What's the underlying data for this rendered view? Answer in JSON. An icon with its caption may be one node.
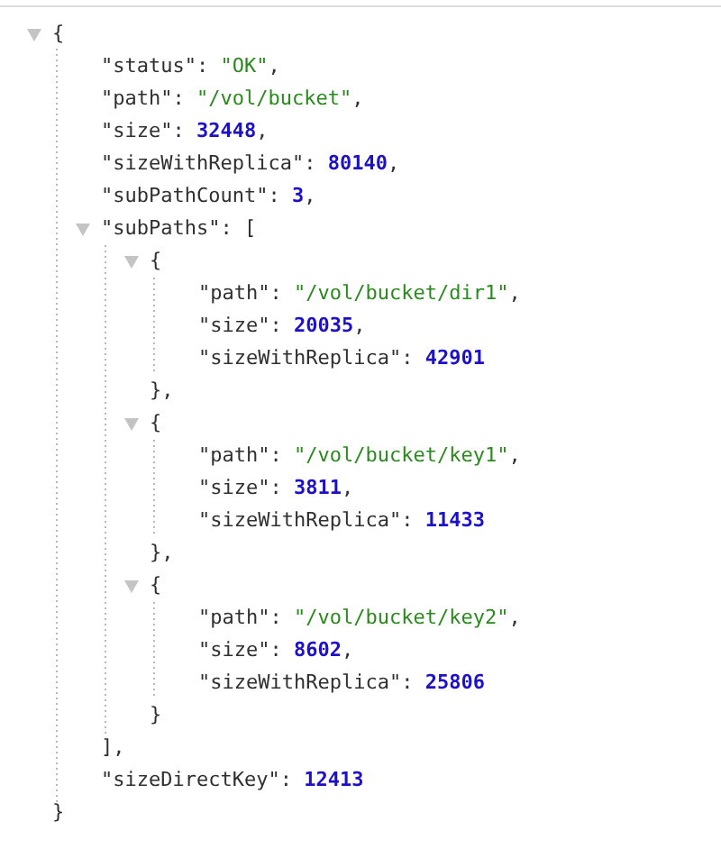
{
  "diagram": {
    "labels": [
      "{",
      "\"status\": \"OK\",",
      "\"path\": \"/vol/bucket\",",
      "\"size\": 32448,",
      "\"sizeWithReplica\": 80140,",
      "\"subPathCount\": 3,",
      "\"subPaths\": [",
      "{",
      "\"path\": \"/vol/bucket/dir1\",",
      "\"size\": 20035,",
      "\"sizeWithReplica\": 42901",
      "},",
      "{",
      "\"path\": \"/vol/bucket/key1\",",
      "\"size\": 3811,",
      "\"sizeWithReplica\": 11433",
      "},",
      "{",
      "\"path\": \"/vol/bucket/key2\",",
      "\"size\": 8602,",
      "\"sizeWithReplica\": 25806",
      "}",
      "],",
      "\"sizeDirectKey\": 12413",
      "}"
    ]
  }
}
